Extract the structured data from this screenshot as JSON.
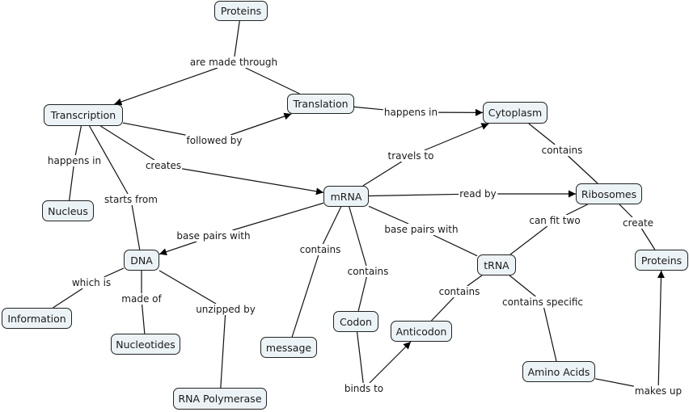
{
  "title": "Protein Synthesis Concept Map",
  "nodes": [
    {
      "id": "proteins_top",
      "label": "Proteins"
    },
    {
      "id": "translation",
      "label": "Translation"
    },
    {
      "id": "transcription",
      "label": "Transcription"
    },
    {
      "id": "cytoplasm",
      "label": "Cytoplasm"
    },
    {
      "id": "nucleus",
      "label": "Nucleus"
    },
    {
      "id": "mrna",
      "label": "mRNA"
    },
    {
      "id": "ribosomes",
      "label": "Ribosomes"
    },
    {
      "id": "dna",
      "label": "DNA"
    },
    {
      "id": "trna",
      "label": "tRNA"
    },
    {
      "id": "proteins_right",
      "label": "Proteins"
    },
    {
      "id": "information",
      "label": "Information"
    },
    {
      "id": "nucleotides",
      "label": "Nucleotides"
    },
    {
      "id": "message",
      "label": "message"
    },
    {
      "id": "codon",
      "label": "Codon"
    },
    {
      "id": "anticodon",
      "label": "Anticodon"
    },
    {
      "id": "rna_polymerase",
      "label": "RNA Polymerase"
    },
    {
      "id": "amino_acids",
      "label": "Amino Acids"
    }
  ],
  "links": [
    {
      "id": "are_made_through",
      "label": "are made through",
      "from": [
        "proteins_top",
        "translation"
      ],
      "to": [
        "transcription"
      ]
    },
    {
      "id": "followed_by",
      "label": "followed by",
      "from": [
        "transcription"
      ],
      "to": [
        "translation"
      ]
    },
    {
      "id": "happens_in_translation",
      "label": "happens in",
      "from": [
        "translation"
      ],
      "to": [
        "cytoplasm"
      ]
    },
    {
      "id": "happens_in_transcription",
      "label": "happens in",
      "from": [
        "transcription"
      ],
      "to": [
        "nucleus"
      ]
    },
    {
      "id": "creates",
      "label": "creates",
      "from": [
        "transcription"
      ],
      "to": [
        "mrna"
      ]
    },
    {
      "id": "starts_from",
      "label": "starts from",
      "from": [
        "transcription"
      ],
      "to": [
        "dna"
      ]
    },
    {
      "id": "travels_to",
      "label": "travels to",
      "from": [
        "mrna"
      ],
      "to": [
        "cytoplasm"
      ]
    },
    {
      "id": "contains_cytoplasm",
      "label": "contains",
      "from": [
        "cytoplasm"
      ],
      "to": [
        "ribosomes"
      ]
    },
    {
      "id": "read_by",
      "label": "read by",
      "from": [
        "mrna"
      ],
      "to": [
        "ribosomes"
      ]
    },
    {
      "id": "base_pairs_with_dna",
      "label": "base pairs with",
      "from": [
        "mrna"
      ],
      "to": [
        "dna"
      ]
    },
    {
      "id": "contains_message",
      "label": "contains",
      "from": [
        "mrna"
      ],
      "to": [
        "message"
      ]
    },
    {
      "id": "contains_codon",
      "label": "contains",
      "from": [
        "mrna"
      ],
      "to": [
        "codon"
      ]
    },
    {
      "id": "base_pairs_with_trna",
      "label": "base pairs with",
      "from": [
        "mrna"
      ],
      "to": [
        "trna"
      ]
    },
    {
      "id": "can_fit_two",
      "label": "can fit two",
      "from": [
        "ribosomes"
      ],
      "to": [
        "trna"
      ]
    },
    {
      "id": "create",
      "label": "create",
      "from": [
        "ribosomes"
      ],
      "to": [
        "proteins_right"
      ]
    },
    {
      "id": "which_is",
      "label": "which is",
      "from": [
        "dna"
      ],
      "to": [
        "information"
      ]
    },
    {
      "id": "made_of",
      "label": "made of",
      "from": [
        "dna"
      ],
      "to": [
        "nucleotides"
      ]
    },
    {
      "id": "unzipped_by",
      "label": "unzipped by",
      "from": [
        "dna"
      ],
      "to": [
        "rna_polymerase"
      ]
    },
    {
      "id": "contains_anticodon",
      "label": "contains",
      "from": [
        "trna"
      ],
      "to": [
        "anticodon"
      ]
    },
    {
      "id": "contains_specific",
      "label": "contains specific",
      "from": [
        "trna"
      ],
      "to": [
        "amino_acids"
      ]
    },
    {
      "id": "binds_to",
      "label": "binds to",
      "from": [
        "codon"
      ],
      "to": [
        "anticodon"
      ]
    },
    {
      "id": "makes_up",
      "label": "makes up",
      "from": [
        "amino_acids"
      ],
      "to": [
        "proteins_right"
      ]
    }
  ]
}
